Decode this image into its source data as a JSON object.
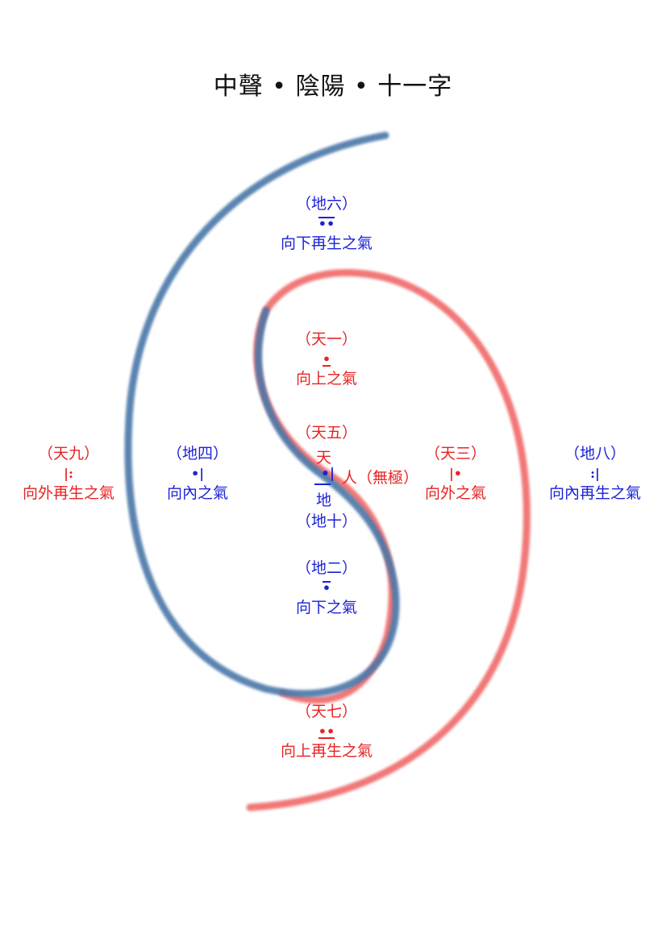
{
  "title": "中聲 • 陰陽 • 十一字",
  "colors": {
    "yin": "#4a77a8",
    "yang": "#f06060",
    "blue_text": "#1c22d6",
    "red_text": "#e82323"
  },
  "nodes": {
    "di6": {
      "label": "（地六）",
      "symbol": "••",
      "desc": "向下再生之氣"
    },
    "tian1": {
      "label": "（天一）",
      "symbol": "•",
      "desc": "向上之氣"
    },
    "tian5": {
      "label": "（天五）"
    },
    "tian9": {
      "label": "（天九）",
      "symbol": "|:",
      "desc": "向外再生之氣"
    },
    "di4": {
      "label": "（地四）",
      "symbol": "•|",
      "desc": "向內之氣"
    },
    "tian3": {
      "label": "（天三）",
      "symbol": "|•",
      "desc": "向外之氣"
    },
    "di8": {
      "label": "（地八）",
      "symbol": ":|",
      "desc": "向內再生之氣"
    },
    "di10": {
      "label": "（地十）"
    },
    "di2": {
      "label": "（地二）",
      "symbol": "•",
      "desc": "向下之氣"
    },
    "tian7": {
      "label": "（天七）",
      "symbol": "••",
      "desc": "向上再生之氣"
    }
  },
  "center": {
    "heaven": "天",
    "symbol": "•|",
    "person": "人（無極）",
    "earth": "地"
  }
}
